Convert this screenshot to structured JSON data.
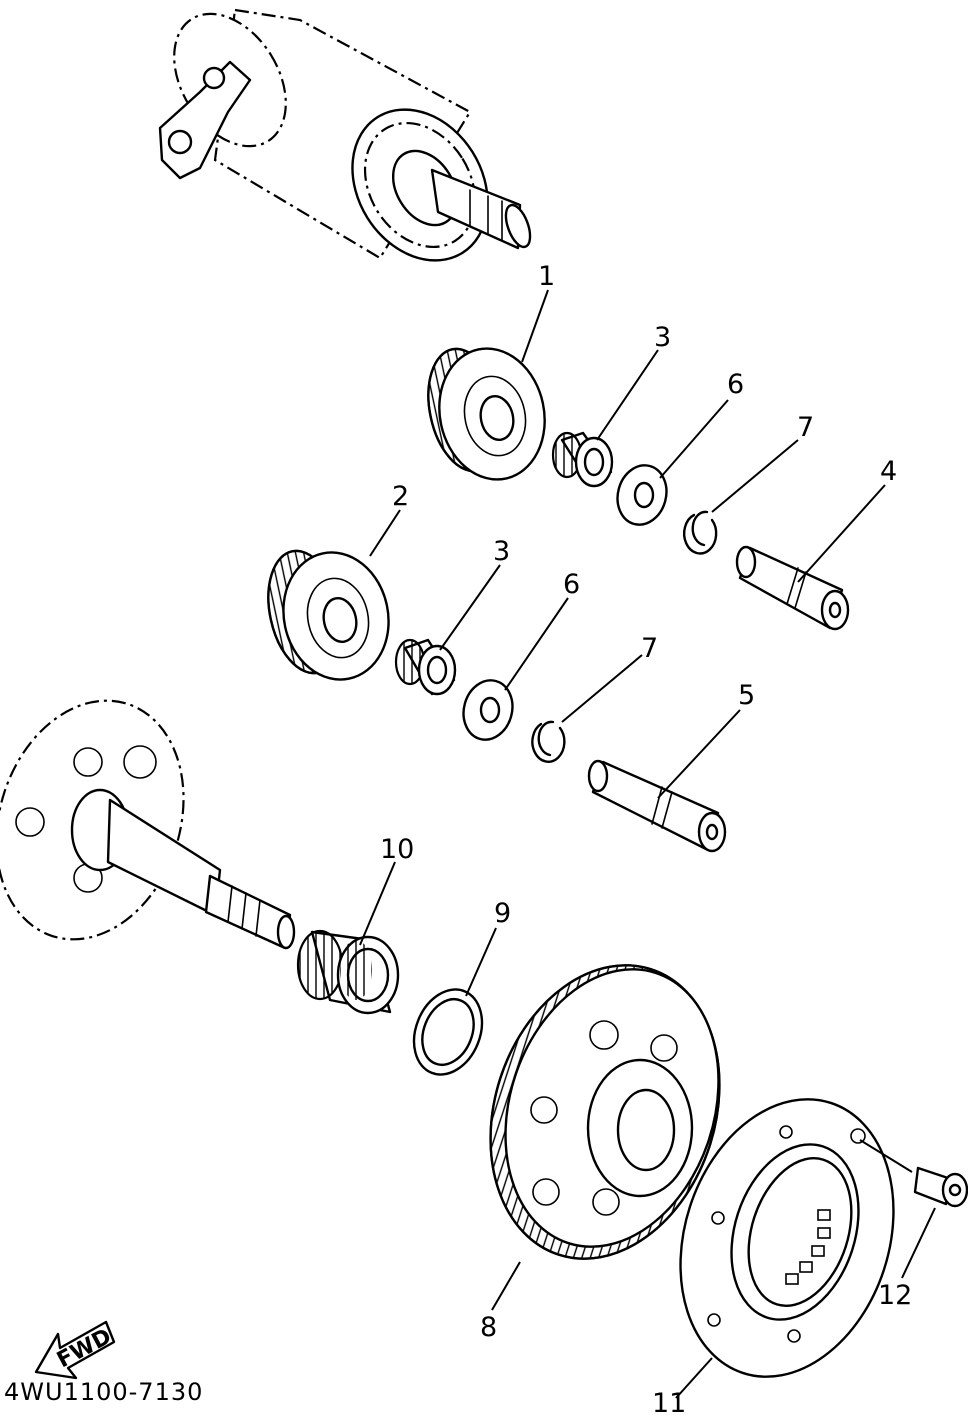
{
  "diagram_code": "4WU1100-7130",
  "fwd_label": "FWD",
  "callouts": {
    "c1": "1",
    "c2": "2",
    "c3a": "3",
    "c3b": "3",
    "c4": "4",
    "c5": "5",
    "c6a": "6",
    "c6b": "6",
    "c7a": "7",
    "c7b": "7",
    "c8": "8",
    "c9": "9",
    "c10": "10",
    "c11": "11",
    "c12": "12"
  },
  "icons": {
    "direction": "fwd-arrow-icon"
  }
}
